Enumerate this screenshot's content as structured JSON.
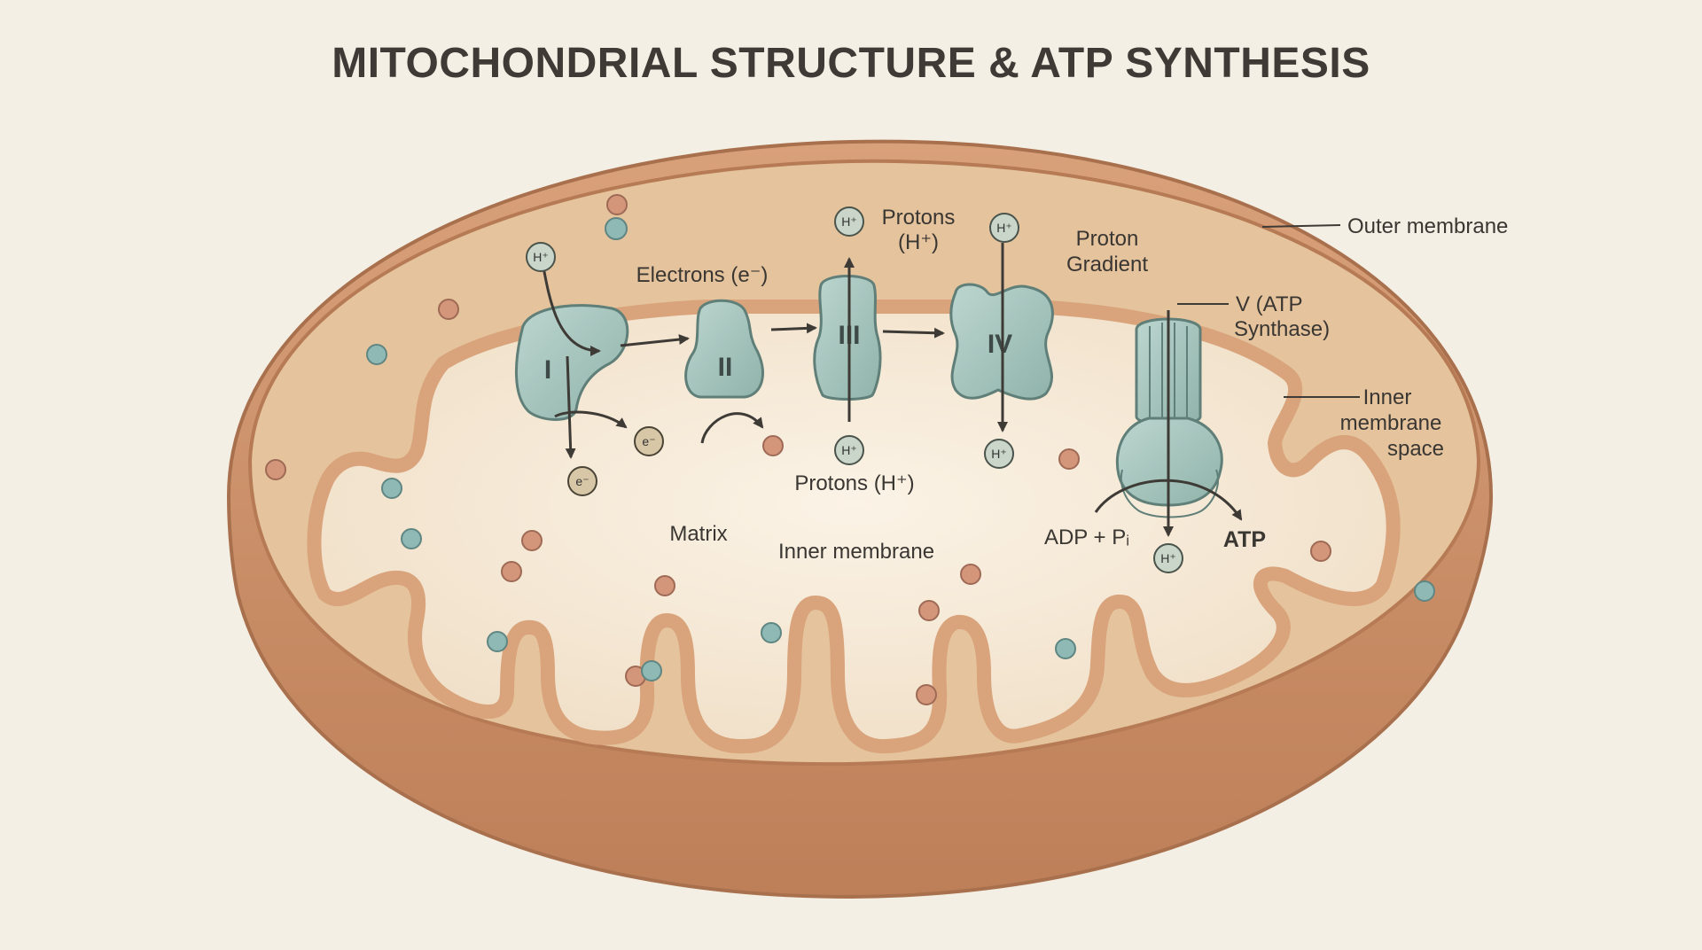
{
  "title": "MITOCHONDRIAL STRUCTURE & ATP SYNTHESIS",
  "labels": {
    "outer_membrane": "Outer membrane",
    "inner_membrane_space": [
      "Inner",
      "membrane",
      "space"
    ],
    "inner_membrane": "Inner membrane",
    "matrix": "Matrix",
    "electrons": "Electrons (e⁻)",
    "protons_top": [
      "Protons",
      "(H⁺)"
    ],
    "protons_bottom": "Protons (H⁺)",
    "proton_gradient": [
      "Proton",
      "Gradient"
    ],
    "atp_synthase": [
      "V (ATP",
      "Synthase)"
    ],
    "adp_pi": "ADP + Pᵢ",
    "atp": "ATP"
  },
  "complexes": [
    "I",
    "II",
    "III",
    "IV"
  ],
  "tokens": {
    "proton": "H⁺",
    "electron": "e⁻"
  },
  "colors": {
    "background": "#f4efe4",
    "outer_membrane": "#c98a63",
    "intermembrane_space": "#e3c29b",
    "inner_membrane": "#e9b990",
    "matrix": "#f6eada",
    "protein": "#a3c3bb",
    "protein_stroke": "#5f7f78",
    "molecule_orange": "#d4967a",
    "molecule_teal": "#8fb9b5"
  }
}
